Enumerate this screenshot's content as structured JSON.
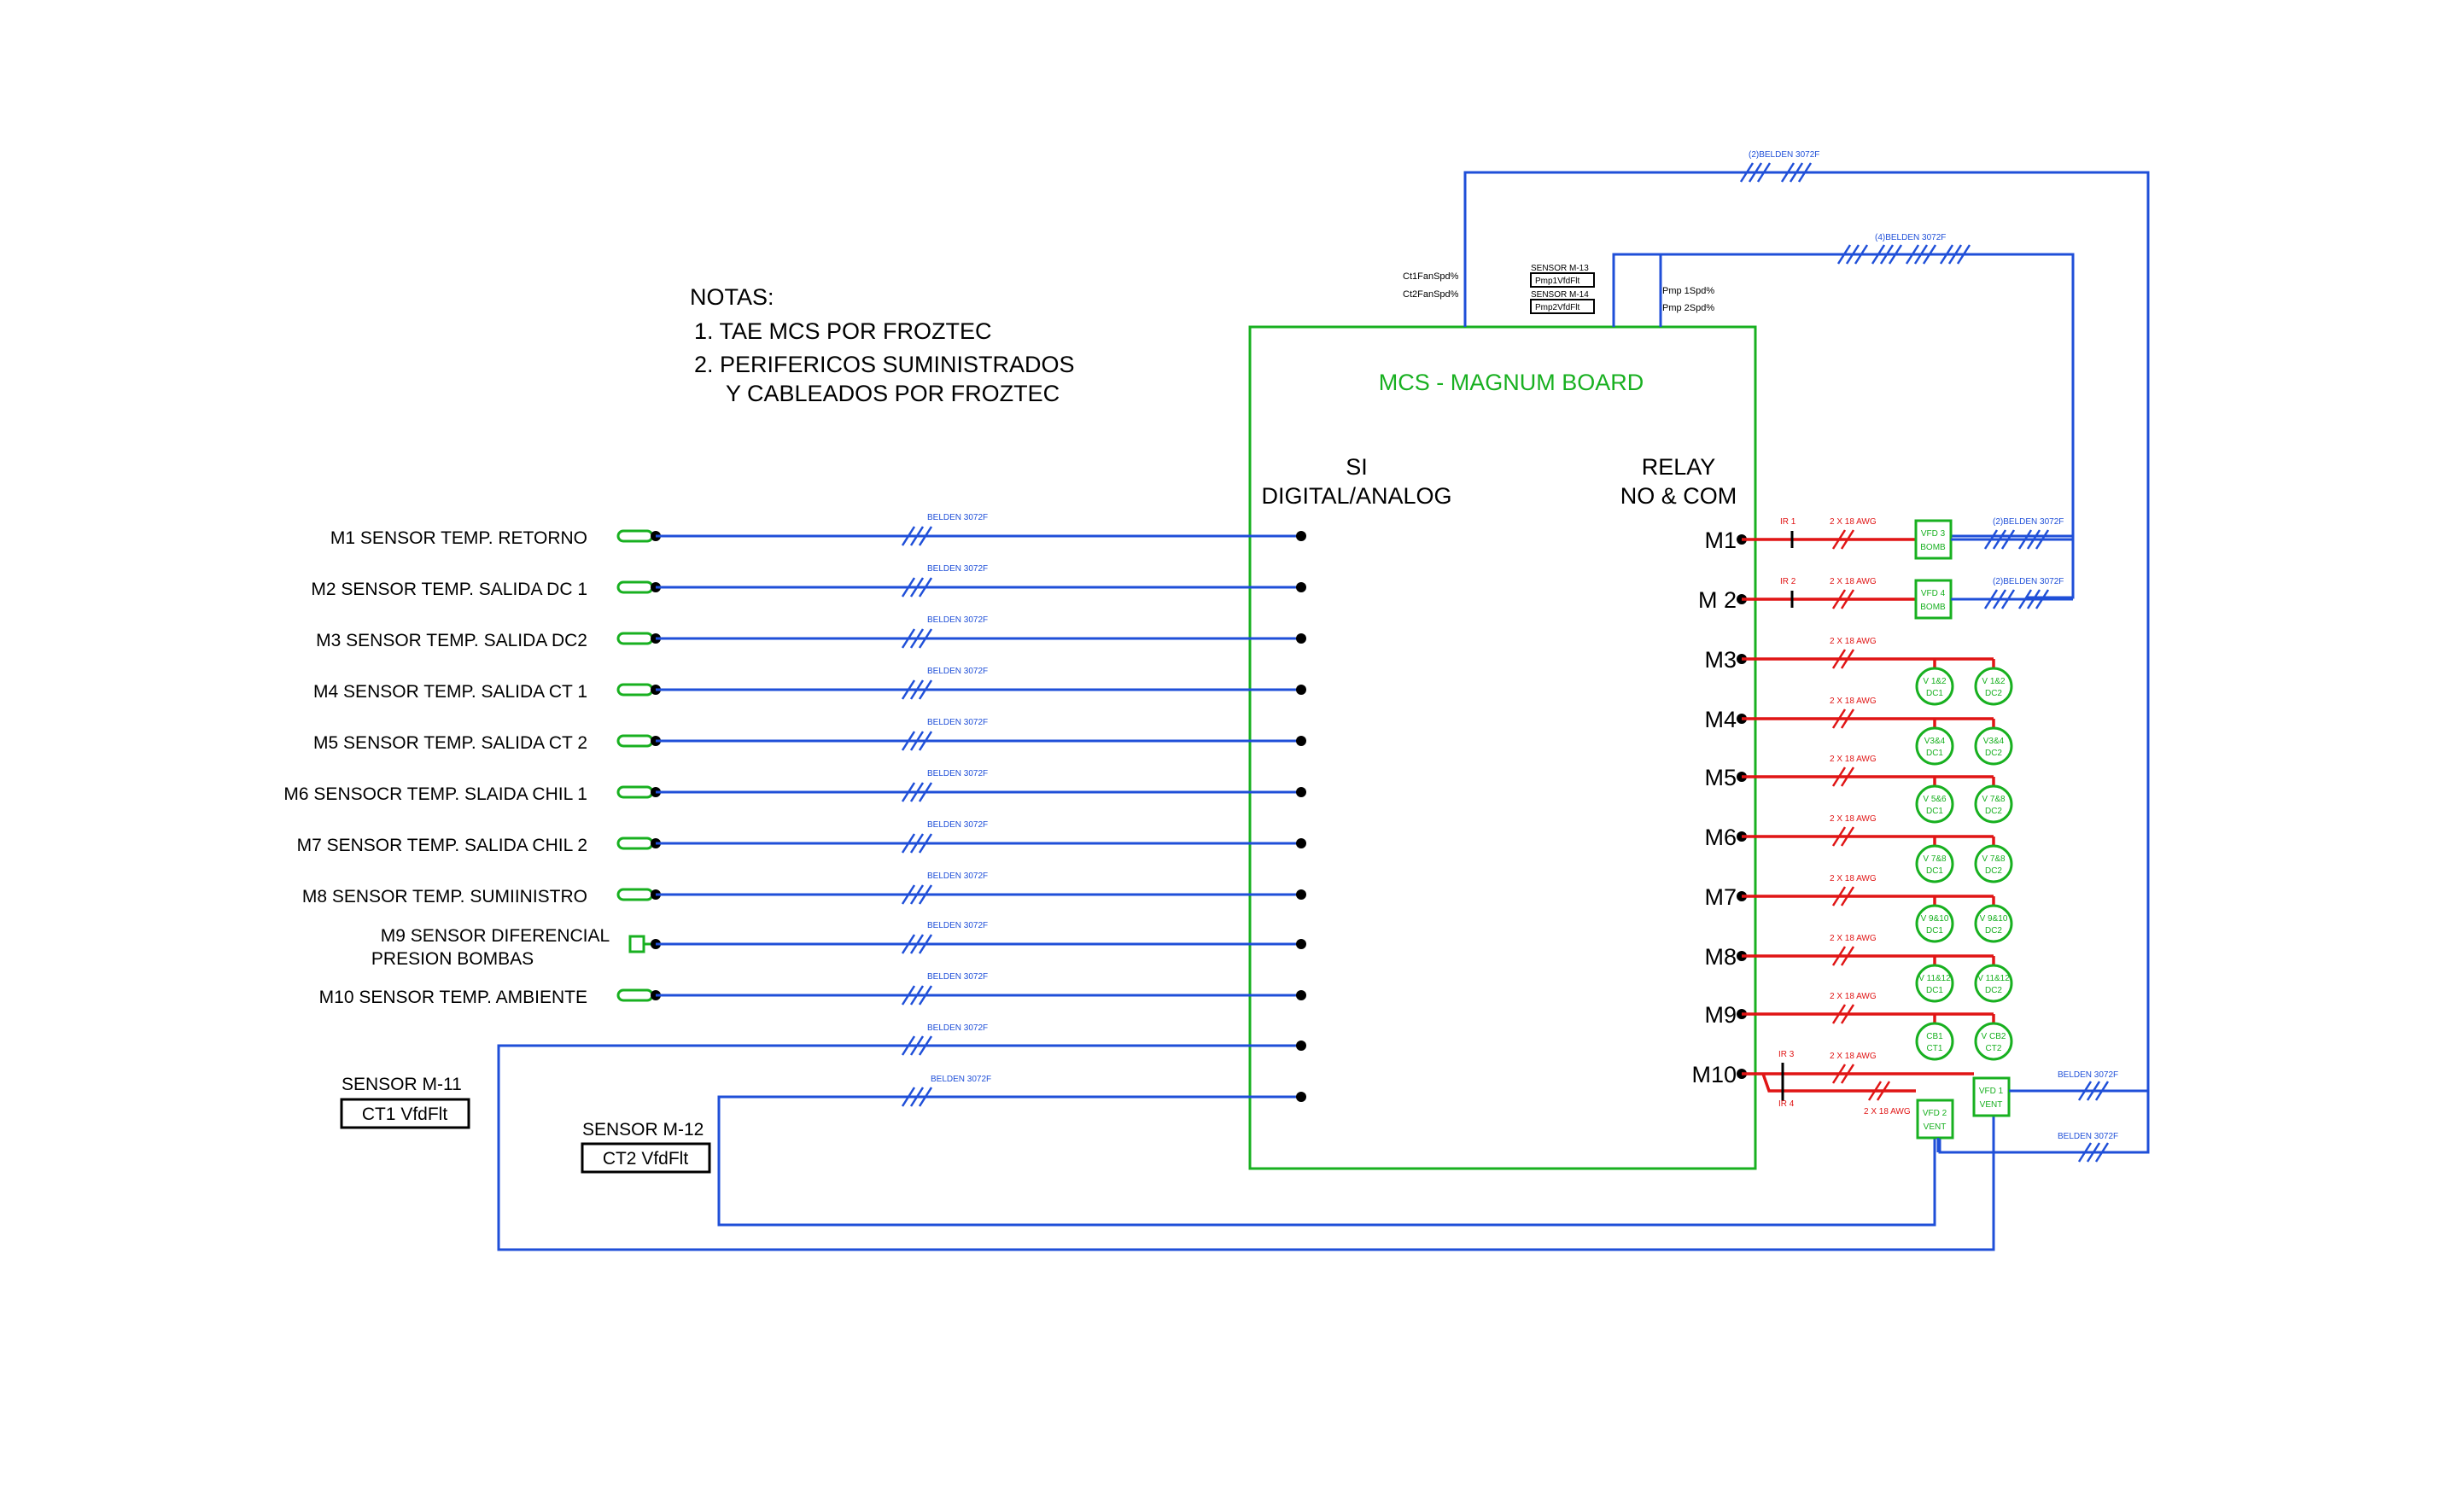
{
  "colors": {
    "wire_signal": "#1f4fd8",
    "wire_power": "#e01515",
    "board": "#18b020",
    "text": "#000000"
  },
  "notes": {
    "title": "NOTAS:",
    "items": [
      "1.  TAE MCS POR FROZTEC",
      "2.  PERIFERICOS SUMINISTRADOS",
      "Y CABLEADOS POR FROZTEC"
    ]
  },
  "board": {
    "title": "MCS - MAGNUM BOARD",
    "si_label": [
      "SI",
      "DIGITAL/ANALOG"
    ],
    "relay_label": [
      "RELAY",
      "NO & COM"
    ]
  },
  "cable_label": "BELDEN 3072F",
  "sensors": [
    {
      "label": [
        "M1 SENSOR TEMP. RETORNO"
      ],
      "icon": "temp-probe-icon"
    },
    {
      "label": [
        "M2 SENSOR TEMP. SALIDA DC 1"
      ],
      "icon": "temp-probe-icon"
    },
    {
      "label": [
        "M3 SENSOR TEMP. SALIDA DC2"
      ],
      "icon": "temp-probe-icon"
    },
    {
      "label": [
        "M4 SENSOR TEMP. SALIDA CT 1"
      ],
      "icon": "temp-probe-icon"
    },
    {
      "label": [
        "M5 SENSOR TEMP. SALIDA CT 2"
      ],
      "icon": "temp-probe-icon"
    },
    {
      "label": [
        "M6 SENSOCR TEMP. SLAIDA CHIL 1"
      ],
      "icon": "temp-probe-icon"
    },
    {
      "label": [
        "M7 SENSOR TEMP. SALIDA CHIL 2"
      ],
      "icon": "temp-probe-icon"
    },
    {
      "label": [
        "M8 SENSOR TEMP. SUMIINISTRO"
      ],
      "icon": "temp-probe-icon"
    },
    {
      "label": [
        "M9 SENSOR DIFERENCIAL",
        "PRESION BOMBAS"
      ],
      "icon": "pressure-sensor-icon"
    },
    {
      "label": [
        "M10  SENSOR TEMP. AMBIENTE"
      ],
      "icon": "temp-probe-icon"
    }
  ],
  "aux_sensors": [
    {
      "title": "SENSOR M-11",
      "box": "CT1 VfdFlt"
    },
    {
      "title": "SENSOR M-12",
      "box": "CT2 VfdFlt"
    }
  ],
  "top_labels": {
    "fan_speed": [
      "Ct1FanSpd%",
      "Ct2FanSpd%"
    ],
    "sensor_m13": "SENSOR M-13",
    "m13_box": "Pmp1VfdFlt",
    "sensor_m14": "SENSOR M-14",
    "m14_box": "Pmp2VfdFlt",
    "pump_speed": [
      "Pmp 1Spd%",
      "Pmp 2Spd%"
    ],
    "cable_2": "(2)BELDEN 3072F",
    "cable_4": "(4)BELDEN 3072F"
  },
  "relays": [
    "M1",
    "M 2",
    "M3",
    "M4",
    "M5",
    "M6",
    "M7",
    "M8",
    "M9",
    "M10"
  ],
  "awg_label": "2 X 18 AWG",
  "ir_labels": [
    "IR 1",
    "IR 2",
    "IR 3",
    "IR 4"
  ],
  "vfd_pumps": [
    [
      "VFD 3",
      "BOMB"
    ],
    [
      "VFD 4",
      "BOMB"
    ]
  ],
  "valves": [
    [
      [
        "V 1&2",
        "DC1"
      ],
      [
        "V 1&2",
        "DC2"
      ]
    ],
    [
      [
        "V3&4",
        "DC1"
      ],
      [
        "V3&4",
        "DC2"
      ]
    ],
    [
      [
        "V 5&6",
        "DC1"
      ],
      [
        "V 7&8",
        "DC2"
      ]
    ],
    [
      [
        "V 7&8",
        "DC1"
      ],
      [
        "V 7&8",
        "DC2"
      ]
    ],
    [
      [
        "V 9&10",
        "DC1"
      ],
      [
        "V 9&10",
        "DC2"
      ]
    ],
    [
      [
        "V 11&12",
        "DC1"
      ],
      [
        "V 11&12",
        "DC2"
      ]
    ],
    [
      [
        "CB1",
        "CT1"
      ],
      [
        "V CB2",
        "CT2"
      ]
    ]
  ],
  "vfd_fans": [
    [
      "VFD 2",
      "VENT"
    ],
    [
      "VFD 1",
      "VENT"
    ]
  ]
}
